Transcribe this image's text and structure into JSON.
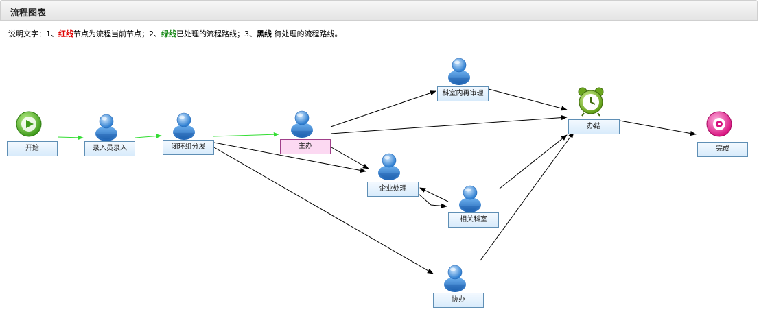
{
  "header": {
    "title": "流程图表"
  },
  "description": {
    "prefix": "说明文字：1、",
    "red_label": "红线",
    "red_text": "节点为流程当前节点；2、",
    "green_label": "绿线",
    "green_text": "已处理的流程路线；3、",
    "black_label": "黑线",
    "black_text": " 待处理的流程路线。"
  },
  "colors": {
    "processed": "#33dd33",
    "pending": "#000000",
    "current_node": "#fcd9f2"
  },
  "nodes": {
    "start": {
      "label": "开始",
      "icon": "play-icon"
    },
    "entry": {
      "label": "录入员录入",
      "icon": "user-icon"
    },
    "dispatch": {
      "label": "闭环组分发",
      "icon": "user-icon"
    },
    "host": {
      "label": "主办",
      "icon": "user-icon"
    },
    "review": {
      "label": "科室内再审理",
      "icon": "user-icon"
    },
    "enterprise": {
      "label": "企业处理",
      "icon": "user-icon"
    },
    "dept": {
      "label": "相关科室",
      "icon": "user-icon"
    },
    "assist": {
      "label": "协办",
      "icon": "user-icon"
    },
    "conclude": {
      "label": "办结",
      "icon": "alarm-clock-icon"
    },
    "finish": {
      "label": "完成",
      "icon": "finish-icon"
    }
  },
  "edges": [
    {
      "from": "start",
      "to": "entry",
      "status": "processed"
    },
    {
      "from": "entry",
      "to": "dispatch",
      "status": "processed"
    },
    {
      "from": "dispatch",
      "to": "host",
      "status": "processed"
    },
    {
      "from": "dispatch",
      "to": "enterprise",
      "status": "pending"
    },
    {
      "from": "dispatch",
      "to": "assist",
      "status": "pending"
    },
    {
      "from": "host",
      "to": "review",
      "status": "pending"
    },
    {
      "from": "host",
      "to": "conclude",
      "status": "pending"
    },
    {
      "from": "host",
      "to": "enterprise",
      "status": "pending"
    },
    {
      "from": "review",
      "to": "conclude",
      "status": "pending"
    },
    {
      "from": "enterprise",
      "to": "dept",
      "status": "pending"
    },
    {
      "from": "dept",
      "to": "enterprise",
      "status": "pending"
    },
    {
      "from": "dept",
      "to": "conclude",
      "status": "pending"
    },
    {
      "from": "assist",
      "to": "conclude",
      "status": "pending"
    },
    {
      "from": "conclude",
      "to": "finish",
      "status": "pending"
    }
  ]
}
